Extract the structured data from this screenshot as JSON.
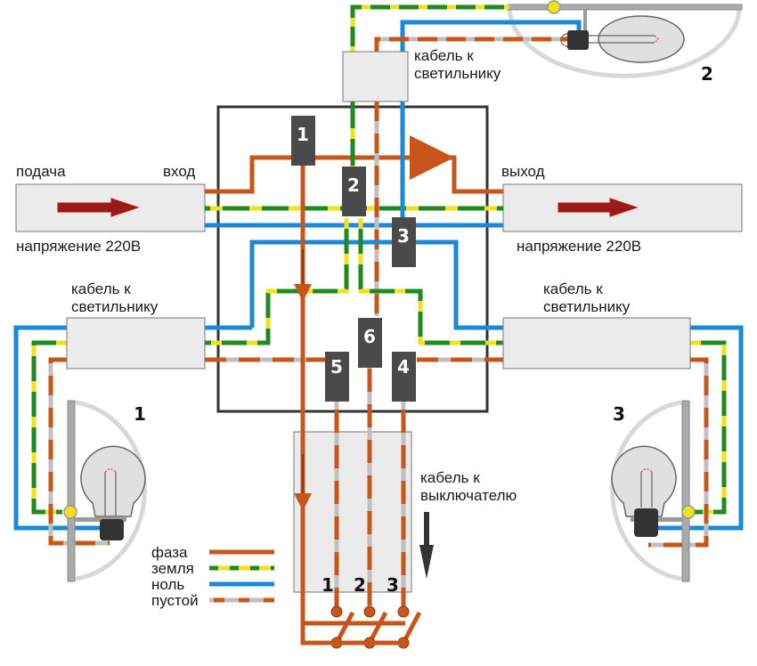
{
  "colors": {
    "phase": "#c8561a",
    "ground_a": "#1f8a1f",
    "ground_b": "#f2e21a",
    "neutral": "#1a8ad8",
    "empty_a": "#c8561a",
    "empty_b": "#c0c0c0",
    "box_fill": "#ebebeb",
    "terminal": "#4a4a4a",
    "arrow": "#8b1a1a"
  },
  "supply": {
    "left_label": "подача",
    "in_label": "вход",
    "voltage_left": "напряжение 220В",
    "out_label": "выход",
    "voltage_right": "напряжение 220В"
  },
  "cables": {
    "lamp_top": "кабель к светильнику",
    "lamp_top_l1": "кабель к",
    "lamp_top_l2": "светильнику",
    "lamp_left_l1": "кабель к",
    "lamp_left_l2": "светильнику",
    "lamp_right_l1": "кабель к",
    "lamp_right_l2": "светильнику",
    "switch_l1": "кабель к",
    "switch_l2": "выключателю"
  },
  "lamps": [
    {
      "id": "1",
      "label": "1"
    },
    {
      "id": "2",
      "label": "2"
    },
    {
      "id": "3",
      "label": "3"
    }
  ],
  "terminals": [
    "1",
    "2",
    "3",
    "4",
    "5",
    "6"
  ],
  "switch_numbers": [
    "1",
    "2",
    "3"
  ],
  "legend": [
    {
      "key": "phase",
      "label": "фаза"
    },
    {
      "key": "ground",
      "label": "земля"
    },
    {
      "key": "neutral",
      "label": "ноль"
    },
    {
      "key": "empty",
      "label": "пустой"
    }
  ]
}
